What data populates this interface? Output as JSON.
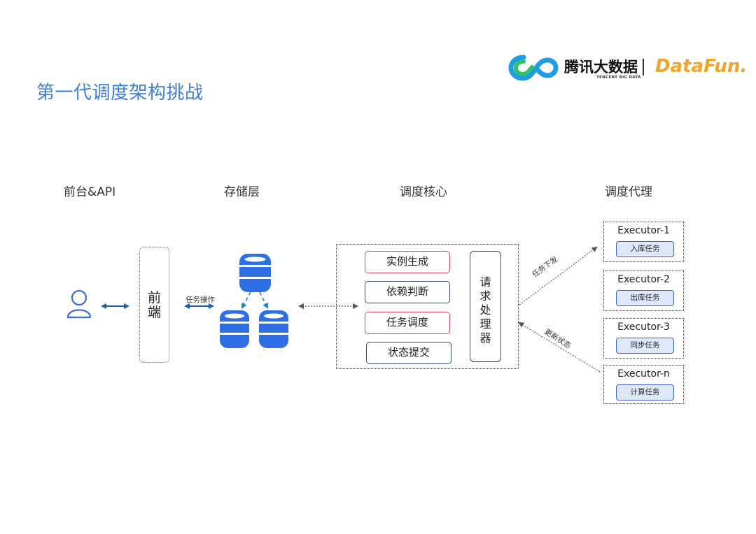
{
  "title": "第一代调度架构挑战",
  "logo": {
    "tencent_name": "腾讯大数据",
    "tencent_sub": "TENCENT BIG DATA",
    "datafun": "DataFun."
  },
  "columns": {
    "frontend": "前台&API",
    "storage": "存储层",
    "core": "调度核心",
    "agent": "调度代理"
  },
  "frontend_box": {
    "line1": "前",
    "line2": "端"
  },
  "labels": {
    "task_ops": "任务操作",
    "task_dispatch": "任务下发",
    "update_status": "更新状态"
  },
  "core_steps": [
    {
      "label": "实例生成",
      "highlight": true
    },
    {
      "label": "依赖判断",
      "highlight": false
    },
    {
      "label": "任务调度",
      "highlight": true
    },
    {
      "label": "状态提交",
      "highlight": false
    }
  ],
  "request_handler": [
    "请",
    "求",
    "处",
    "理",
    "器"
  ],
  "executors": [
    {
      "name": "Executor-1",
      "task": "入库任务"
    },
    {
      "name": "Executor-2",
      "task": "出库任务"
    },
    {
      "name": "Executor-3",
      "task": "同步任务"
    },
    {
      "name": "Executor-n",
      "task": "计算任务"
    }
  ],
  "icons": {
    "user": "user-icon",
    "database": "database-icon"
  },
  "colors": {
    "title": "#3c7fd6",
    "db_blue": "#2f6fe6",
    "arrow_blue": "#1a5fa8",
    "highlight_red": "#e04a4a"
  }
}
